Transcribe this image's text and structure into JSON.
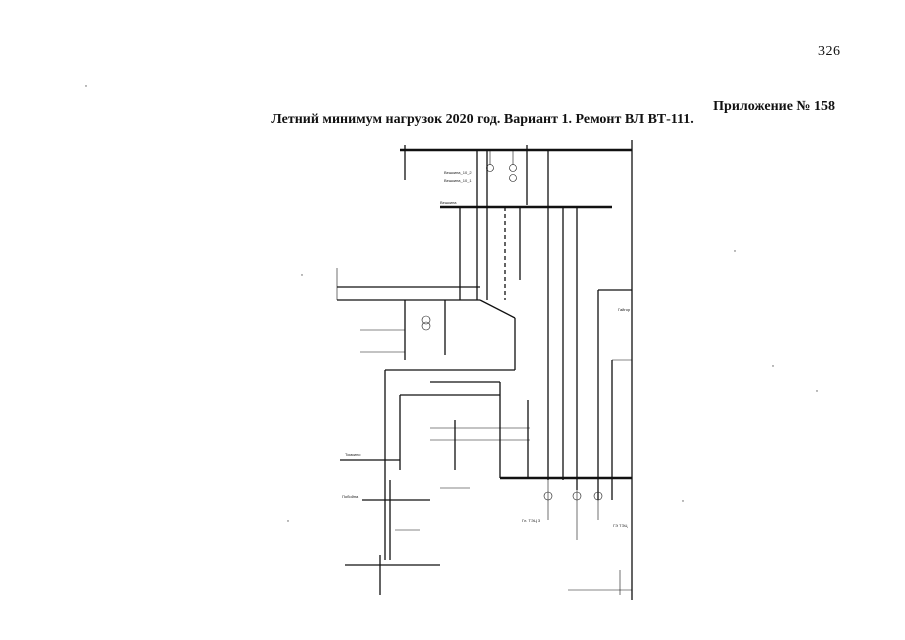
{
  "page": {
    "number": "326",
    "appendix": "Приложение № 158",
    "title": "Летний минимум нагрузок 2020 год. Вариант 1. Ремонт ВЛ ВТ-111."
  },
  "diagram": {
    "node_labels": [
      "Вешкина_10_2",
      "Вешкина_10_1",
      "Вешкина",
      "Томкино",
      "Побойна",
      "Гайгор",
      "Гл. ТЭЦ 3",
      "ГЭ ТЭЦ"
    ]
  }
}
